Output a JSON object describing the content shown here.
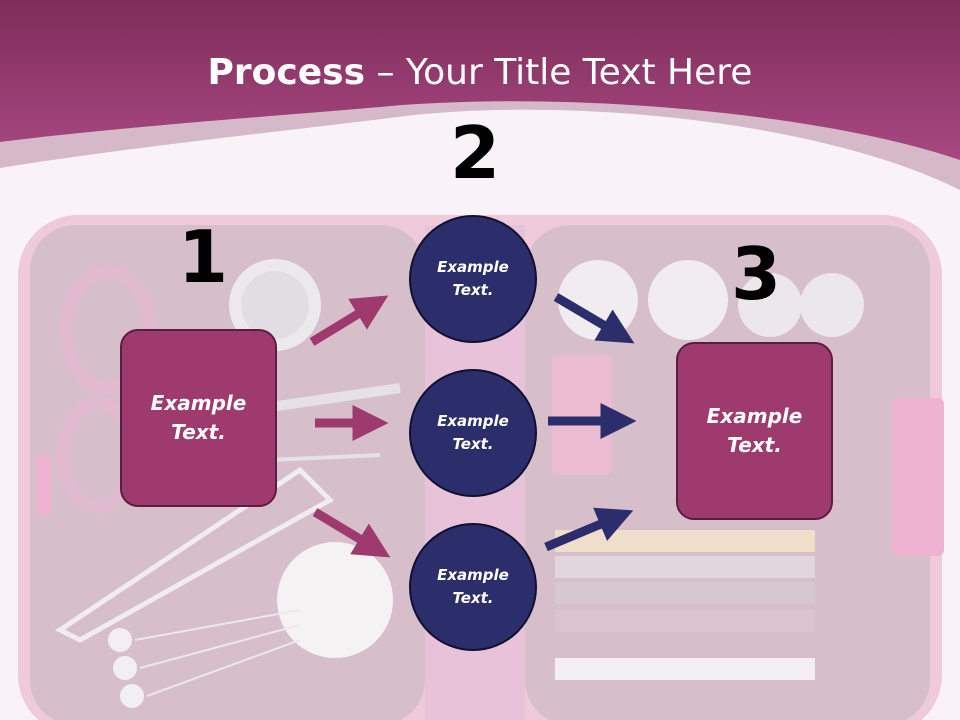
{
  "title": {
    "bold": "Process",
    "rest": " – Your Title Text Here"
  },
  "colors": {
    "header": "#9a3b6e",
    "box": "#9e3a6e",
    "circle": "#2c2e6b",
    "arrow_left": "#9e3a6e",
    "arrow_right": "#2c2e6b"
  },
  "steps": [
    {
      "number": "1",
      "text": "Example Text."
    },
    {
      "number": "2",
      "circles": [
        {
          "text": "Example Text."
        },
        {
          "text": "Example Text."
        },
        {
          "text": "Example Text."
        }
      ]
    },
    {
      "number": "3",
      "text": "Example Text."
    }
  ]
}
